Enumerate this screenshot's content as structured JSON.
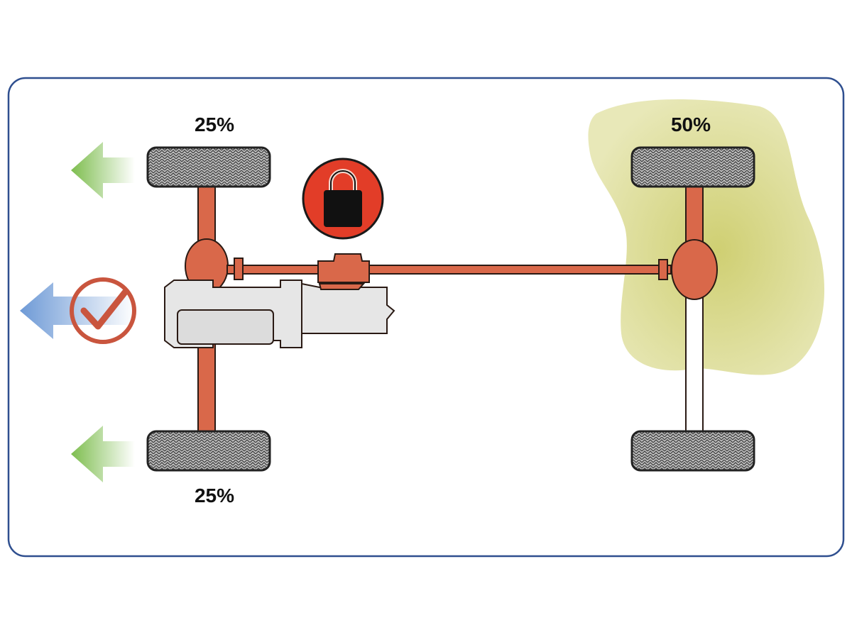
{
  "wheels": {
    "front_left": {
      "torque_label": "25%",
      "torque_share": 25,
      "driven": true
    },
    "rear_left": {
      "torque_label": "25%",
      "torque_share": 25,
      "driven": true
    },
    "front_right": {
      "torque_label": "50%",
      "torque_share": 50,
      "driven": true,
      "low_traction_zone": true
    },
    "rear_right": {
      "torque_label": "",
      "torque_share": 0,
      "driven": false
    }
  },
  "icons": {
    "differential_lock": "padlock-icon",
    "direction_ok": "checkmark-icon",
    "motion_arrow": "left-arrow-icon"
  },
  "colors": {
    "drivetrain": "#d9684a",
    "drivetrain_outline": "#2a1a14",
    "lock_badge": "#e23d28",
    "check_ring": "#c9553e",
    "traction_arrow": "#7dbd4e",
    "direction_arrow": "#6e9ad6",
    "slip_zone": "#d7d98f",
    "frame_border": "#2f4f8f",
    "engine_body": "#e6e6e6"
  }
}
